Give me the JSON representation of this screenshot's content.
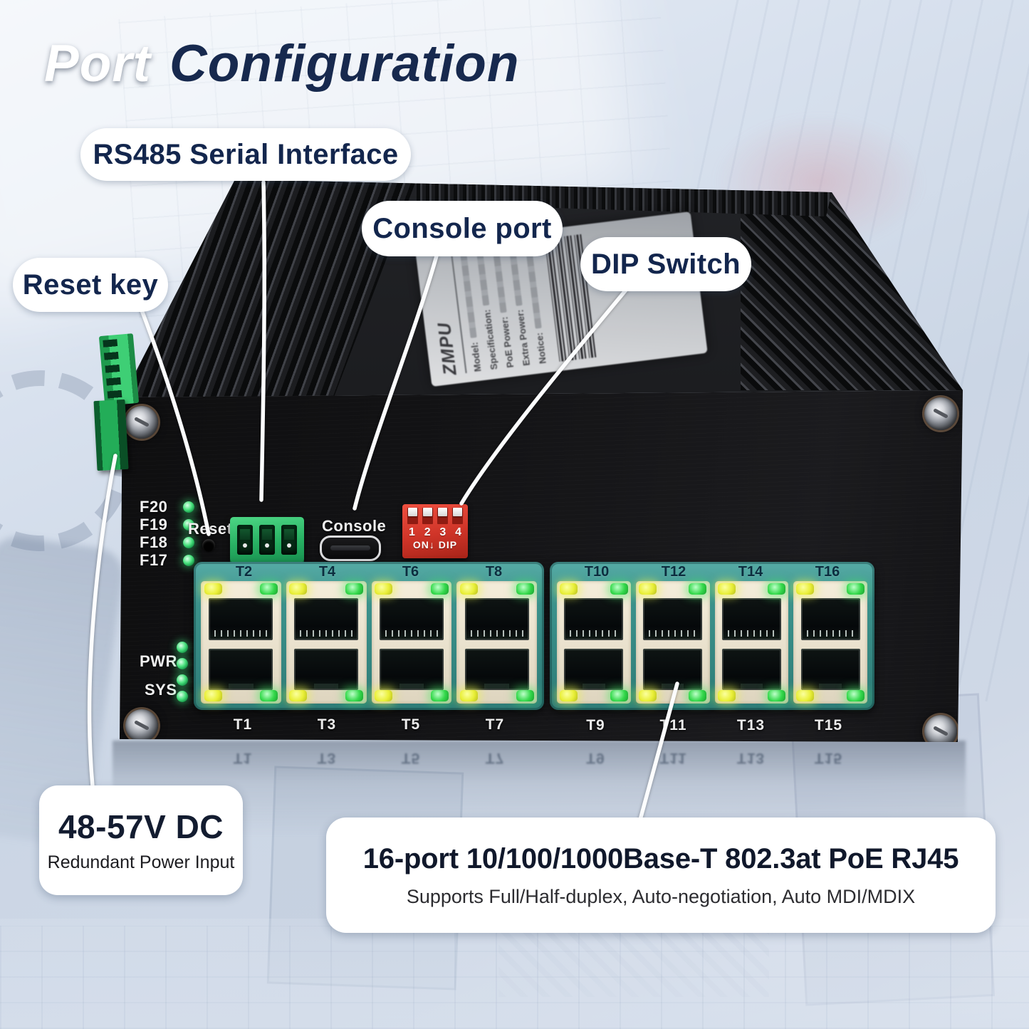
{
  "title": {
    "part1": "Port",
    "part2": "Configuration"
  },
  "callouts": {
    "rs485": "RS485 Serial Interface",
    "console": "Console port",
    "reset": "Reset key",
    "dip": "DIP Switch"
  },
  "power_box": {
    "title": "48-57V DC",
    "subtitle": "Redundant Power Input"
  },
  "ports_box": {
    "title": "16-port 10/100/1000Base-T 802.3at PoE RJ45",
    "subtitle": "Supports Full/Half-duplex, Auto-negotiation, Auto MDI/MDIX"
  },
  "panel": {
    "fiber_leds": [
      "F20",
      "F19",
      "F18",
      "F17"
    ],
    "reset_label": "Reset",
    "console_label": "Console",
    "dip_numbers": [
      "1",
      "2",
      "3",
      "4"
    ],
    "dip_bottom": "ON↓ DIP",
    "status_leds": [
      "PWR",
      "SYS"
    ],
    "ports_top": [
      "T2",
      "T4",
      "T6",
      "T8",
      "T10",
      "T12",
      "T14",
      "T16"
    ],
    "ports_bottom": [
      "T1",
      "T3",
      "T5",
      "T7",
      "T9",
      "T11",
      "T13",
      "T15"
    ]
  },
  "sticker": {
    "brand": "ZMPU",
    "lines": [
      "Model:",
      "Specification:",
      "PoE Power:",
      "Extra Power:",
      "Notice:"
    ]
  },
  "colors": {
    "title_navy": "#17294e",
    "callout_text": "#13264d",
    "device_black": "#121214",
    "port_surround_teal": "#3b918b",
    "port_bezel_cream": "#eae2ce",
    "led_green": "#35d94c",
    "led_yellow": "#e9ef38",
    "dip_red": "#cf3428",
    "terminal_green": "#28b163"
  }
}
